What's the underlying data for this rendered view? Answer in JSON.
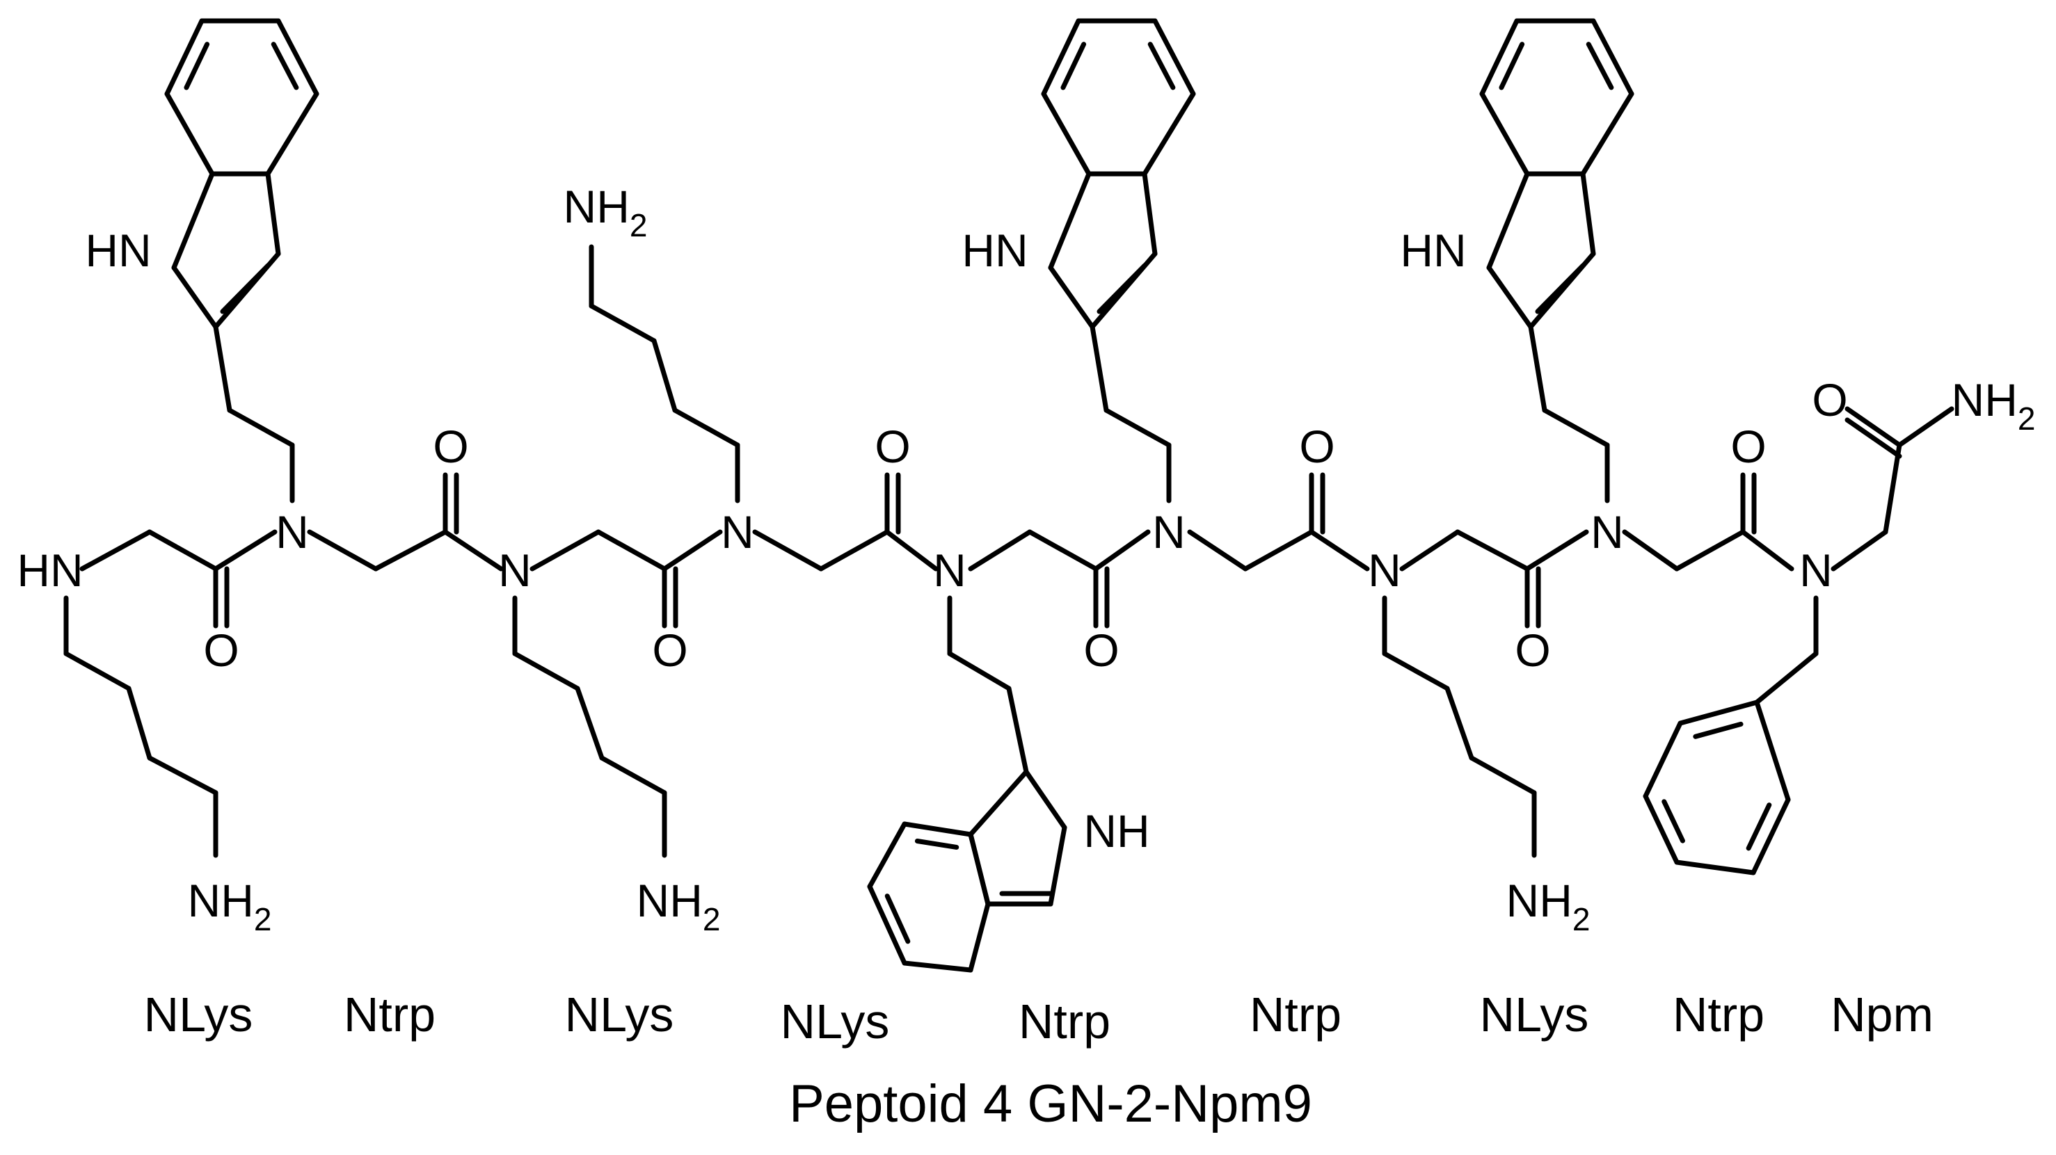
{
  "figure": {
    "caption": "Peptoid 4 GN-2-Npm9",
    "residues": [
      "NLys",
      "Ntrp",
      "NLys",
      "NLys",
      "Ntrp",
      "Ntrp",
      "NLys",
      "Ntrp",
      "Npm"
    ]
  },
  "atoms": {
    "secondary_amine": "HN",
    "amine": "NH",
    "nitrogen": "N",
    "oxygen": "O",
    "subscript_2": "2"
  },
  "colors": {
    "ink": "#000000",
    "background": "#ffffff"
  }
}
